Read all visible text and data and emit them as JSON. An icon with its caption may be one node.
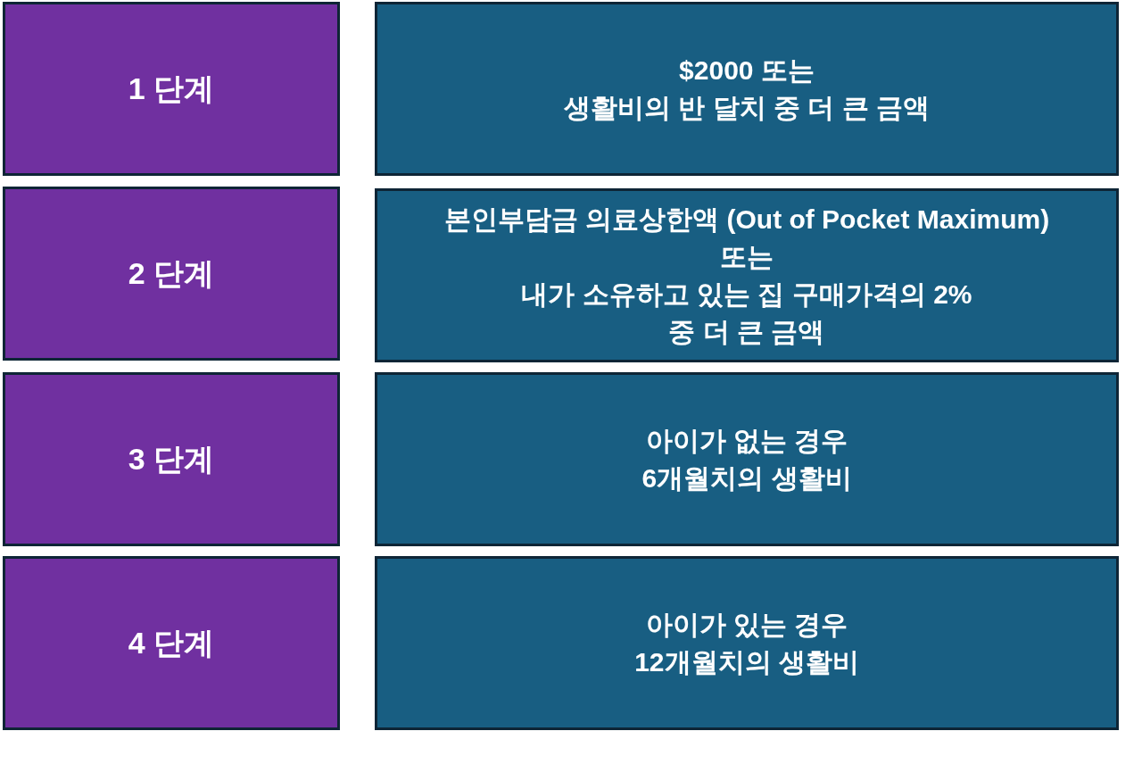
{
  "diagram": {
    "nodes": [
      {
        "text": [
          "1 단계"
        ]
      },
      {
        "text": [
          "$2000 또는 생활비의 반 달치 중 더 큰 금액"
        ]
      },
      {
        "text": [
          "2 단계"
        ]
      },
      {
        "text": [
          "본인부담금 의료상한액 (Out of Pocket Maximum) 또는 내가 소유하고 있는 집 구매가격의 2% 중 더 큰 금액"
        ]
      },
      {
        "text": [
          "3 단계"
        ]
      },
      {
        "text": [
          "아이가 없는 경우 6개월치의 생활비"
        ]
      },
      {
        "text": [
          "4 단계"
        ]
      },
      {
        "text": [
          "아이가 있는 경우 12개월치의 생활비"
        ]
      }
    ]
  }
}
